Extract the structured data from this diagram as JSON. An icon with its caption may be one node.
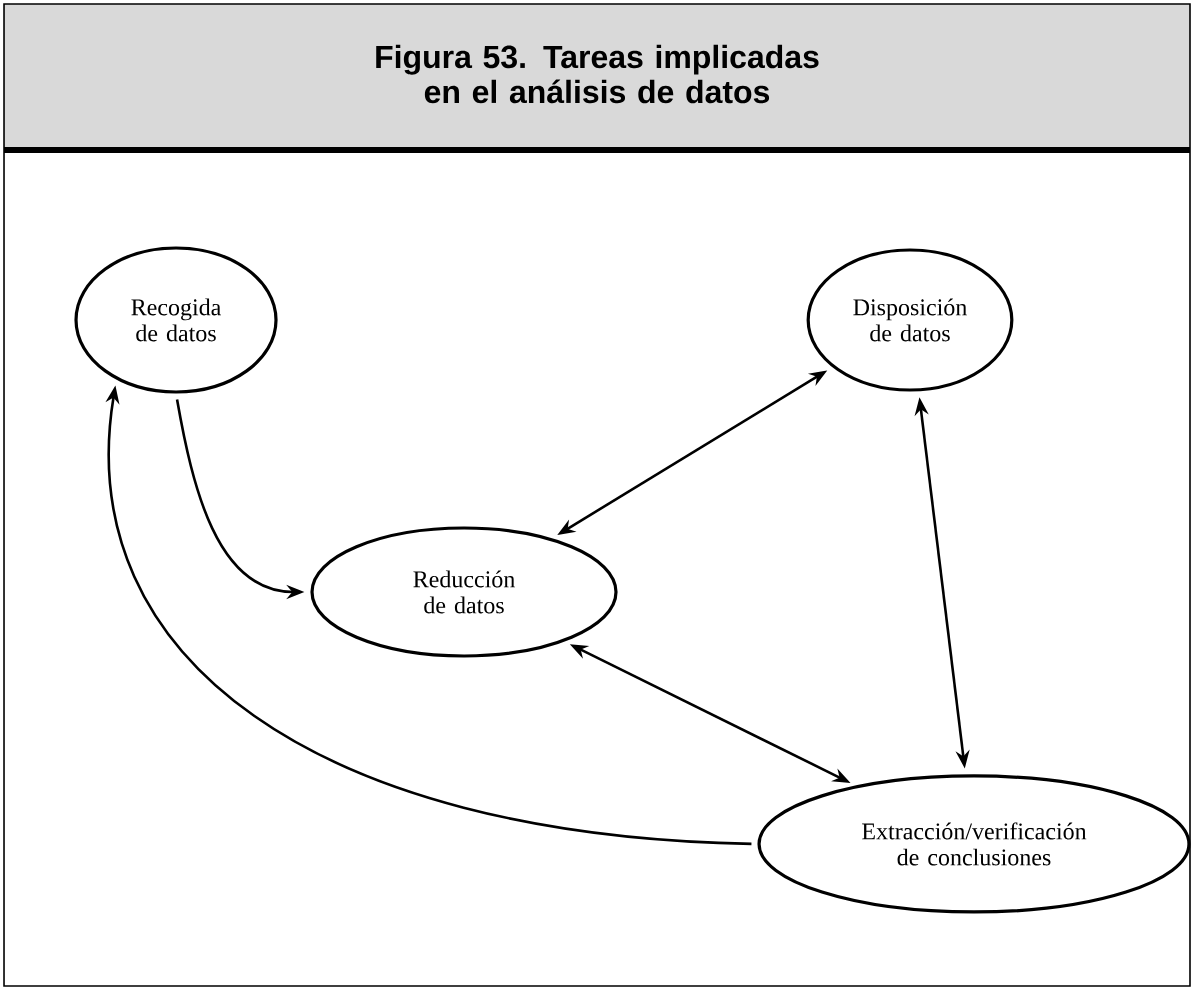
{
  "diagram": {
    "title": "Figura 53. Tareas implicadas en el análisis de datos",
    "nodes": [
      {
        "text": [
          "Recogida de datos"
        ]
      },
      {
        "text": [
          "Disposición de datos"
        ]
      },
      {
        "text": [
          "Reducción de datos"
        ]
      },
      {
        "text": [
          "Extracción/verificación de conclusiones"
        ]
      }
    ],
    "edges": [
      {
        "from": 0,
        "to": 2,
        "arrow": "to"
      },
      {
        "from": 2,
        "to": 1,
        "arrow": "both"
      },
      {
        "from": 1,
        "to": 3,
        "arrow": "both"
      },
      {
        "from": 2,
        "to": 3,
        "arrow": "both"
      },
      {
        "from": 3,
        "to": 0,
        "arrow": "to"
      }
    ]
  }
}
